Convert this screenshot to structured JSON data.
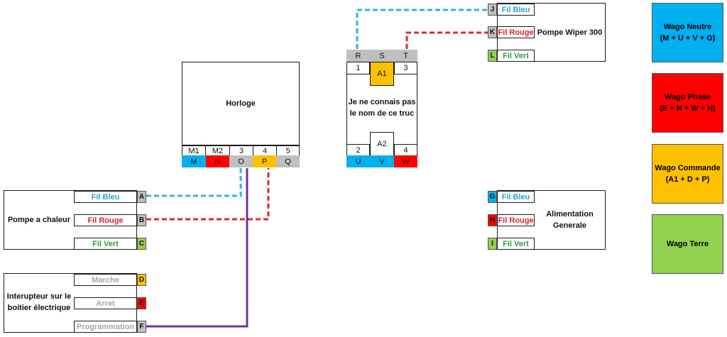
{
  "colors": {
    "blue": "#00b0f0",
    "red": "#ff0000",
    "yellow": "#ffc000",
    "green": "#92d050",
    "gray": "#bfbfbf",
    "purple": "#7030a0",
    "wire_blue": "#2db5e6",
    "wire_red": "#e0282a",
    "text_blue": "#2aa0d8",
    "text_red": "#e0202a",
    "text_green": "#2a9d3a",
    "text_gray": "#a6a6a6"
  },
  "horloge": {
    "title": "Horloge",
    "top_labels": [
      "M1",
      "M2",
      "3",
      "4",
      "5"
    ],
    "bottom_labels": [
      "M",
      "N",
      "O",
      "P",
      "Q"
    ]
  },
  "unknown": {
    "title_line1": "Je ne connais pas",
    "title_line2": "le nom de ce truc",
    "top_labels": [
      "R",
      "S",
      "T"
    ],
    "row1_left": "1",
    "a1": "A1",
    "row1_right": "3",
    "a2": "A2",
    "row2_left": "2",
    "row2_right": "4",
    "bottom_labels": [
      "U",
      "V",
      "W"
    ]
  },
  "pompe_wiper": {
    "title": "Pompe Wiper 300",
    "wires": [
      {
        "tag": "J",
        "label": "Fil Bleu"
      },
      {
        "tag": "K",
        "label": "Fil Rouge"
      },
      {
        "tag": "L",
        "label": "Fil Vert"
      }
    ]
  },
  "pompe_chaleur": {
    "title": "Pompe a chaleur",
    "wires": [
      {
        "tag": "A",
        "label": "Fil Bleu"
      },
      {
        "tag": "B",
        "label": "Fil Rouge"
      },
      {
        "tag": "C",
        "label": "Fil Vert"
      }
    ]
  },
  "interrupteur": {
    "title_line1": "Interupteur sur le",
    "title_line2": "boitier électrique",
    "wires": [
      {
        "tag": "D",
        "label": "Marche"
      },
      {
        "tag": "E",
        "label": "Arret"
      },
      {
        "tag": "F",
        "label": "Programmation"
      }
    ]
  },
  "alimentation": {
    "title_line1": "Alimentation",
    "title_line2": "Generale",
    "wires": [
      {
        "tag": "G",
        "label": "Fil Bleu"
      },
      {
        "tag": "H",
        "label": "Fil Rouge"
      },
      {
        "tag": "I",
        "label": "Fil Vert"
      }
    ]
  },
  "wagos": [
    {
      "line1": "Wago Neutre",
      "line2": "(M + U + V + G)"
    },
    {
      "line1": "Wago Phase",
      "line2": "(E + N + W + H)"
    },
    {
      "line1": "Wago Commande",
      "line2": "(A1 + D + P)"
    },
    {
      "line1": "Wago Terre",
      "line2": ""
    }
  ]
}
